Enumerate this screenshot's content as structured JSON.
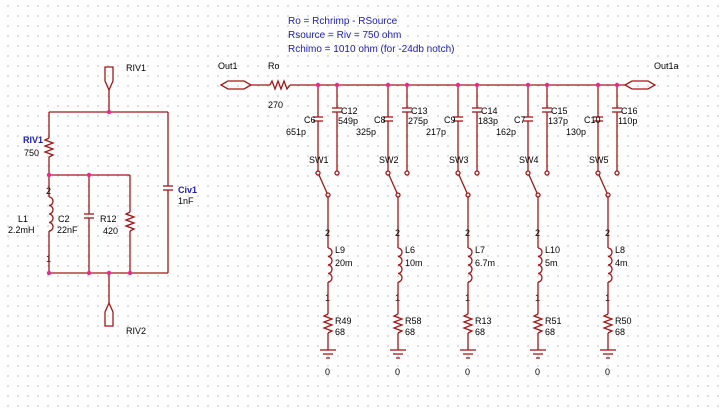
{
  "notes": [
    "Ro = Rchrimp - RSource",
    "Rsource = Riv = 750 ohm",
    "Rchimo = 1010 ohm (for -24db notch)"
  ],
  "ports": {
    "out1": "Out1",
    "out1a": "Out1a",
    "riv1": "RIV1",
    "riv2": "RIV2"
  },
  "left_network": {
    "riv1_ref": "RIV1",
    "riv1_value": "750",
    "civ1_ref": "Civ1",
    "civ1_value": "1nF",
    "l1_ref": "L1",
    "l1_value": "2.2mH",
    "l1_pin_top": "2",
    "l1_pin_bottom": "1",
    "c2_ref": "C2",
    "c2_value": "22nF",
    "r12_ref": "R12",
    "r12_value": "420"
  },
  "series_resistor": {
    "ref": "Ro",
    "value": "270"
  },
  "branches": [
    {
      "ca_ref": "C6",
      "ca_value": "651p",
      "cb_ref": "C12",
      "cb_value": "549p",
      "sw": "SW1",
      "l_ref": "L9",
      "l_value": "20m",
      "r_ref": "R49",
      "r_value": "68",
      "pin_top": "2",
      "pin_bottom": "1",
      "gnd": "0"
    },
    {
      "ca_ref": "C8",
      "ca_value": "325p",
      "cb_ref": "C13",
      "cb_value": "275p",
      "sw": "SW2",
      "l_ref": "L6",
      "l_value": "10m",
      "r_ref": "R58",
      "r_value": "68",
      "pin_top": "2",
      "pin_bottom": "1",
      "gnd": "0"
    },
    {
      "ca_ref": "C9",
      "ca_value": "217p",
      "cb_ref": "C14",
      "cb_value": "183p",
      "sw": "SW3",
      "l_ref": "L7",
      "l_value": "6.7m",
      "r_ref": "R13",
      "r_value": "68",
      "pin_top": "2",
      "pin_bottom": "1",
      "gnd": "0"
    },
    {
      "ca_ref": "C7",
      "ca_value": "162p",
      "cb_ref": "C15",
      "cb_value": "137p",
      "sw": "SW4",
      "l_ref": "L10",
      "l_value": "5m",
      "r_ref": "R51",
      "r_value": "68",
      "pin_top": "2",
      "pin_bottom": "1",
      "gnd": "0"
    },
    {
      "ca_ref": "C10",
      "ca_value": "130p",
      "cb_ref": "C16",
      "cb_value": "110p",
      "sw": "SW5",
      "l_ref": "L8",
      "l_value": "4m",
      "r_ref": "R50",
      "r_value": "68",
      "pin_top": "2",
      "pin_bottom": "1",
      "gnd": "0"
    }
  ],
  "colors": {
    "wire": "#a01818",
    "junction": "#e82a8c",
    "ref_text": "#1a1ab4",
    "value_text": "#000000",
    "grid": "#b4b4b4"
  }
}
